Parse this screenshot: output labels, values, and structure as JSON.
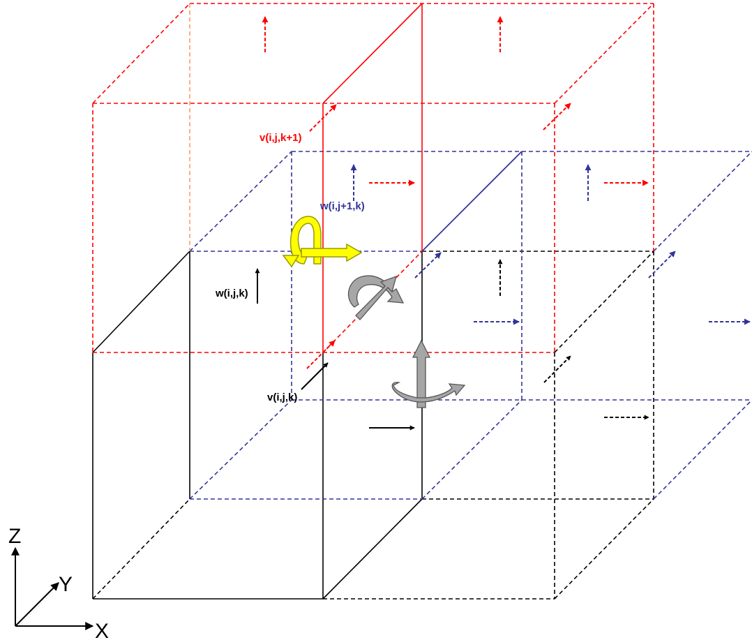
{
  "colors": {
    "black": "#000000",
    "red": "#ff0000",
    "blue": "#333399",
    "orange": "#ff9966",
    "yellow": "#ffff00",
    "yellow_edge": "#999900",
    "gray": "#a6a6a6",
    "gray_edge": "#555555"
  },
  "labels": {
    "v_ijk1": "v(i,j,k+1)",
    "w_ij1k": "w(i,j+1,k)",
    "w_ijk": "w(i,j,k)",
    "v_ijk": "v(i,j,k)"
  },
  "axes": {
    "z": "Z",
    "y": "Y",
    "x": "X"
  }
}
